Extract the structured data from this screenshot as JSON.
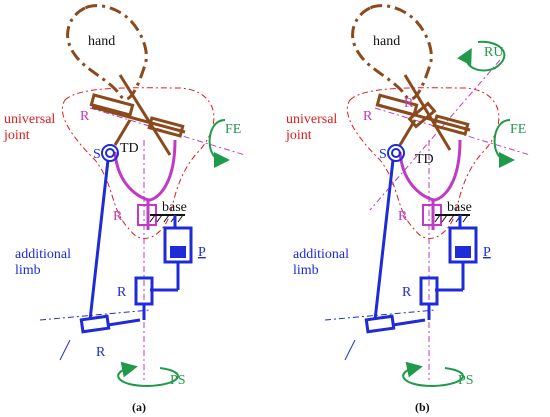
{
  "colors": {
    "hand": "#8B4A1C",
    "joint": "#C03AC6",
    "limb": "#1E2BD6",
    "region": "#E21B1B",
    "axis": "#C03AC6",
    "arrow": "#1F9A4A",
    "ink": "#111111"
  },
  "panels": [
    {
      "caption": "(a)",
      "labels": {
        "hand": "hand",
        "universal": "universal",
        "joint": "joint",
        "r_top": "R",
        "s": "S",
        "td": "TD",
        "fe": "FE",
        "r_mid": "R",
        "base": "base",
        "additional": "additional",
        "limb": "limb",
        "p": "P",
        "r_low": "R",
        "r_bottom": "R",
        "ps": "PS"
      }
    },
    {
      "caption": "(b)",
      "labels": {
        "hand": "hand",
        "ru": "RU",
        "universal": "universal",
        "joint": "joint",
        "r_top_left": "R",
        "r_top_mid": "R",
        "s": "S",
        "td": "TD",
        "fe": "FE",
        "r_mid": "R",
        "base": "base",
        "additional": "additional",
        "limb": "limb",
        "p": "P",
        "r_low": "R",
        "ps": "PS"
      }
    }
  ]
}
